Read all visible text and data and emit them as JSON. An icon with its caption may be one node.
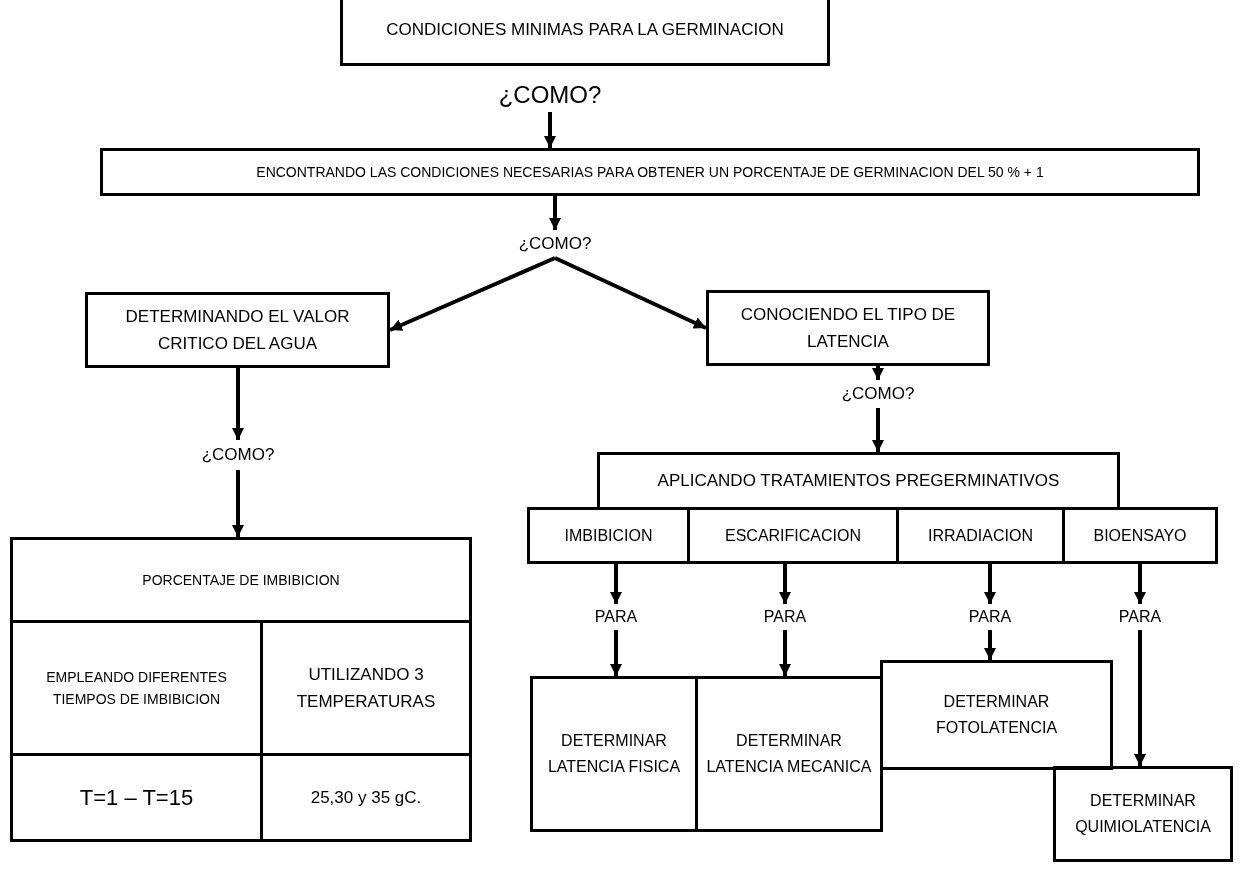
{
  "diagram": {
    "nodes": [
      {
        "text": [
          "CONDICIONES MINIMAS PARA LA GERMINACION"
        ]
      },
      {
        "text": [
          "¿COMO?"
        ]
      },
      {
        "text": [
          "ENCONTRANDO LAS CONDICIONES NECESARIAS PARA OBTENER UN PORCENTAJE DE GERMINACION DEL 50 % + 1"
        ]
      },
      {
        "text": [
          "¿COMO?"
        ]
      },
      {
        "text": [
          "DETERMINANDO EL VALOR CRITICO DEL AGUA"
        ]
      },
      {
        "text": [
          "CONOCIENDO EL TIPO DE LATENCIA"
        ]
      },
      {
        "text": [
          "¿COMO?"
        ]
      },
      {
        "text": [
          "PORCENTAJE DE IMBIBICION"
        ]
      },
      {
        "text": [
          "EMPLEANDO DIFERENTES TIEMPOS DE IMBIBICION"
        ],
        "in": 7
      },
      {
        "text": [
          "UTILIZANDO 3 TEMPERATURAS"
        ],
        "in": 7
      },
      {
        "text": [
          "T=1 – T=15"
        ],
        "in": 7
      },
      {
        "text": [
          "25,30 y 35 gC."
        ],
        "in": 7
      },
      {
        "text": [
          "¿COMO?"
        ]
      },
      {
        "text": [
          "APLICANDO TRATAMIENTOS PREGERMINATIVOS"
        ]
      },
      {
        "text": [
          "IMBIBICION"
        ]
      },
      {
        "text": [
          "ESCARIFICACION"
        ]
      },
      {
        "text": [
          "IRRADIACION"
        ]
      },
      {
        "text": [
          "BIOENSAYO"
        ]
      },
      {
        "text": [
          "PARA"
        ]
      },
      {
        "text": [
          "PARA"
        ]
      },
      {
        "text": [
          "PARA"
        ]
      },
      {
        "text": [
          "PARA"
        ]
      },
      {
        "text": [
          "DETERMINAR LATENCIA FISICA"
        ]
      },
      {
        "text": [
          "DETERMINAR LATENCIA MECANICA"
        ]
      },
      {
        "text": [
          "DETERMINAR FOTOLATENCIA"
        ]
      },
      {
        "text": [
          "DETERMINAR QUIMIOLATENCIA"
        ]
      }
    ],
    "edges": [
      {
        "from": 1,
        "to": 2,
        "arrow": "to"
      },
      {
        "from": 2,
        "to": 3,
        "arrow": "to"
      },
      {
        "from": 3,
        "to": 4,
        "arrow": "to"
      },
      {
        "from": 3,
        "to": 5,
        "arrow": "to"
      },
      {
        "from": 4,
        "to": 6,
        "arrow": "to"
      },
      {
        "from": 6,
        "to": 7,
        "arrow": "to"
      },
      {
        "from": 5,
        "to": 12,
        "arrow": "to"
      },
      {
        "from": 12,
        "to": 13,
        "arrow": "to"
      },
      {
        "from": 14,
        "to": 18,
        "arrow": "to"
      },
      {
        "from": 15,
        "to": 19,
        "arrow": "to"
      },
      {
        "from": 16,
        "to": 20,
        "arrow": "to"
      },
      {
        "from": 17,
        "to": 21,
        "arrow": "to"
      },
      {
        "from": 18,
        "to": 22,
        "arrow": "to"
      },
      {
        "from": 19,
        "to": 23,
        "arrow": "to"
      },
      {
        "from": 20,
        "to": 24,
        "arrow": "to"
      },
      {
        "from": 21,
        "to": 25,
        "arrow": "to"
      }
    ]
  }
}
